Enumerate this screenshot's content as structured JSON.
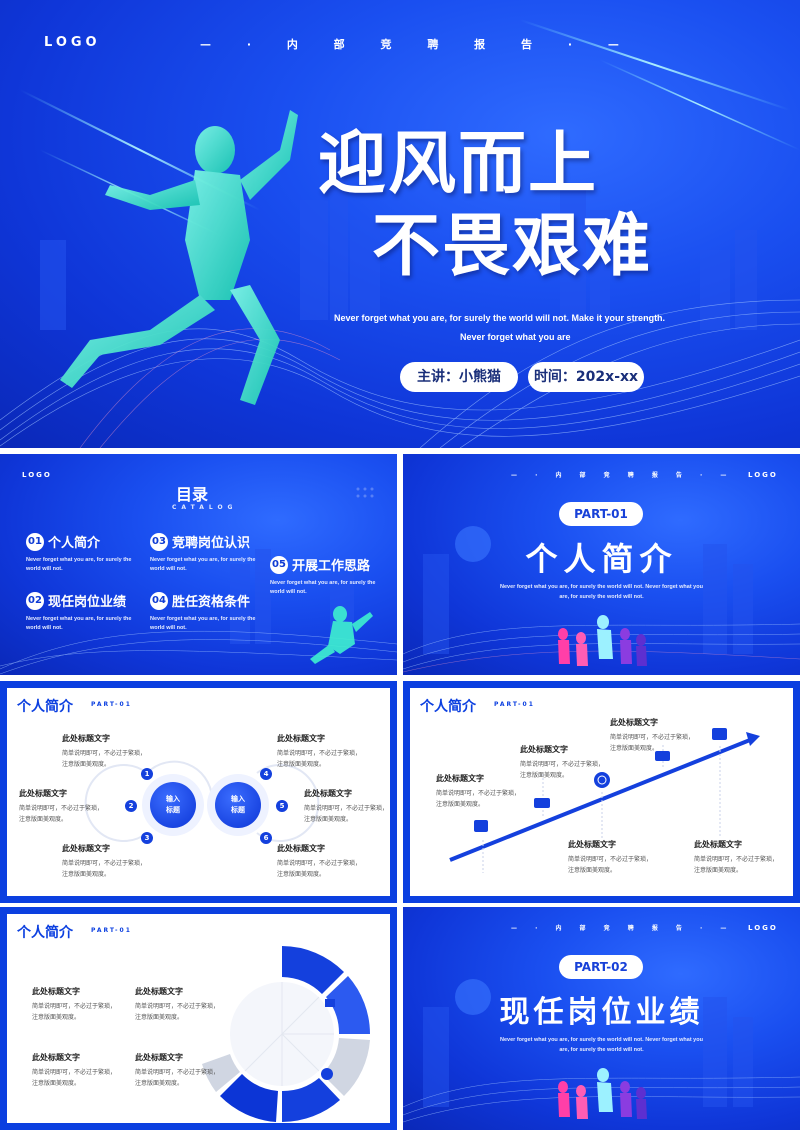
{
  "logo": "LOGO",
  "topline": "— · 内 部 竞 聘 报 告 · —",
  "hero": {
    "title_line1": "迎风而上",
    "title_line2": "不畏艰难",
    "en_line1": "Never forget what you are, for surely the world will not. Make it your strength.",
    "en_line2": "Never forget what you are",
    "speaker": "主讲：小熊猫",
    "time": "时间：202x-xx"
  },
  "catalog": {
    "logo": "LOGO",
    "title": "目录",
    "subtitle": "CATALOG",
    "desc": "Never forget what you are, for surely the world will not.",
    "items": [
      {
        "num": "01",
        "label": "个人简介"
      },
      {
        "num": "02",
        "label": "现任岗位业绩"
      },
      {
        "num": "03",
        "label": "竞聘岗位认识"
      },
      {
        "num": "04",
        "label": "胜任资格条件"
      },
      {
        "num": "05",
        "label": "开展工作思路"
      }
    ]
  },
  "part1": {
    "topline": "— · 内 部 竞 聘 报 告 · —",
    "logo": "LOGO",
    "pill": "PART-01",
    "title": "个人简介",
    "desc1": "Never forget what you are, for surely the world will not. Never forget what you",
    "desc2": "are, for surely the world will not."
  },
  "part2": {
    "topline": "— · 内 部 竞 聘 报 告 · —",
    "logo": "LOGO",
    "pill": "PART-02",
    "title": "现任岗位业绩",
    "desc1": "Never forget what you are, for surely the world will not. Never forget what you",
    "desc2": "are, for surely the world will not."
  },
  "content": {
    "header": "个人简介",
    "header_sub": "PART-01",
    "block_title": "此处标题文字",
    "block_desc1": "简单说明即可，不必过于繁琐，",
    "block_desc2": "注意版面美观度。",
    "circle_label1": "输入",
    "circle_label2": "标题",
    "nums": [
      "1",
      "2",
      "3",
      "4",
      "5",
      "6"
    ]
  },
  "colors": {
    "primary": "#0b3fe0",
    "accent_cyan": "#3ef0d0",
    "white": "#ffffff"
  }
}
